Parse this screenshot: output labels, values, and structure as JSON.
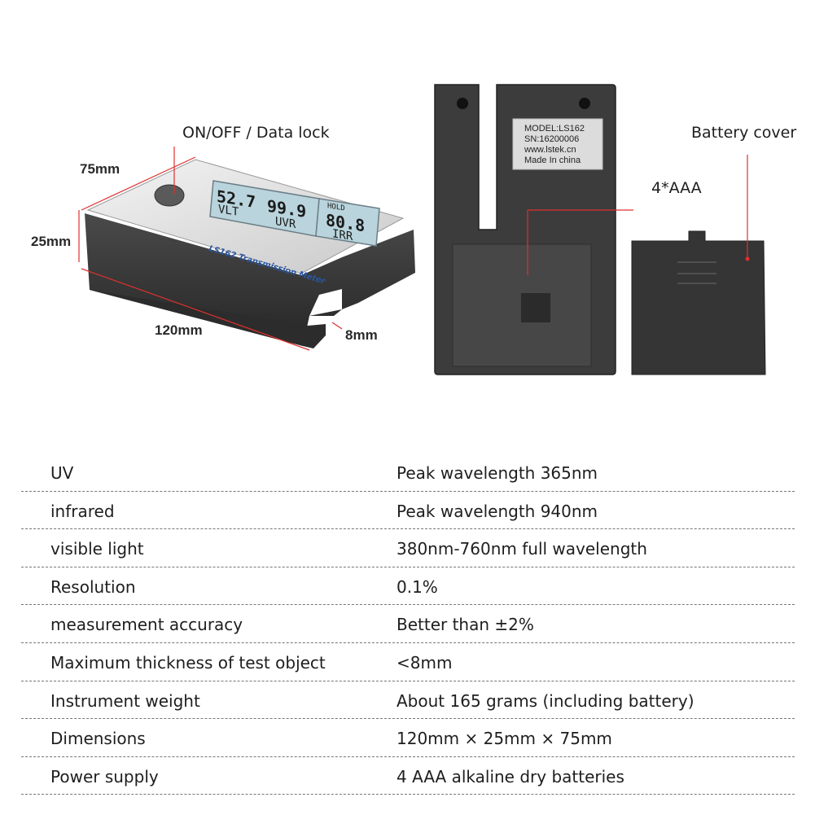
{
  "left_product": {
    "button_label": "ON/OFF / Data lock",
    "dimensions": {
      "width": "75mm",
      "height": "25mm",
      "length": "120mm",
      "gap": "8mm"
    },
    "lcd": {
      "value_main": "52.7",
      "value_mid": "99.9",
      "value_right": "80.8",
      "hold": "HOLD",
      "label_vlt": "VLT",
      "label_uvr": "UVR",
      "label_irr": "IRR"
    },
    "device_label": "LS162 Transmission Meter"
  },
  "right_product": {
    "sticker": {
      "model": "MODEL:LS162",
      "sn": "SN:16200006",
      "site": "www.lstek.cn",
      "origin": "Made In china"
    },
    "battery_label": "4*AAA",
    "cover_label": "Battery cover"
  },
  "specs": [
    {
      "key": "UV",
      "value": "Peak wavelength 365nm"
    },
    {
      "key": "infrared",
      "value": "Peak wavelength 940nm"
    },
    {
      "key": "visible light",
      "value": "380nm-760nm full wavelength"
    },
    {
      "key": "Resolution",
      "value": "0.1%"
    },
    {
      "key": "measurement accuracy",
      "value": "Better than ±2%"
    },
    {
      "key": "Maximum thickness of test object",
      "value": "<8mm"
    },
    {
      "key": "Instrument weight",
      "value": "About 165 grams (including battery)"
    },
    {
      "key": "Dimensions",
      "value": "120mm × 25mm × 75mm"
    },
    {
      "key": "Power supply",
      "value": "4 AAA alkaline dry batteries"
    }
  ],
  "colors": {
    "accent_red": "#e03030",
    "lcd_bg": "#b9d4dc",
    "device_dark": "#3a3a3a"
  }
}
